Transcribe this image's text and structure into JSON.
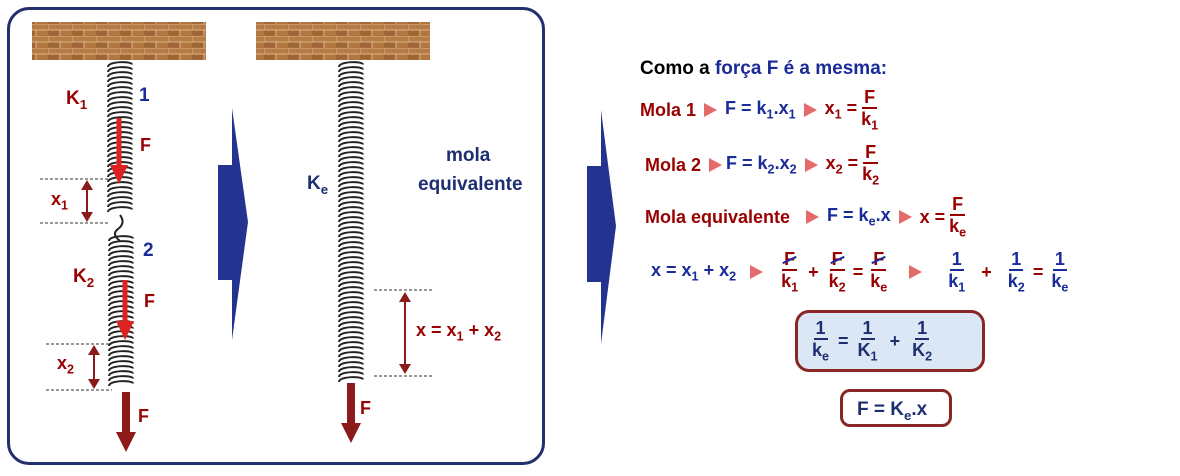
{
  "left_panel": {
    "k1": "K",
    "k1_sub": "1",
    "num1": "1",
    "f1": "F",
    "x1": "x",
    "x1_sub": "1",
    "k2": "K",
    "k2_sub": "2",
    "num2": "2",
    "f2": "F",
    "x2": "x",
    "x2_sub": "2",
    "f_bottom": "F",
    "ke": "K",
    "ke_sub": "e",
    "mola_line1": "mola",
    "mola_line2": "equivalente",
    "x_eq": "x = x",
    "x_eq_s1": "1",
    "x_eq_mid": " + x",
    "x_eq_s2": "2",
    "f_right": "F"
  },
  "equations": {
    "heading_pre": "Como a ",
    "heading_force": "força F é a mesma:",
    "row1_label": "Mola 1",
    "row1_eq": "F = k",
    "row1_eq_s": "1",
    "row1_eq_b": ".x",
    "row1_eq_s2": "1",
    "row1_x": "x",
    "row1_x_s": "1",
    "row1_eqsign": " =",
    "row1_num": "F",
    "row1_den": "k",
    "row1_den_s": "1",
    "row2_label": "Mola 2",
    "row2_eq": "F = k",
    "row2_eq_s": "2",
    "row2_eq_b": ".x",
    "row2_eq_s2": "2",
    "row2_x": "x",
    "row2_x_s": "2",
    "row2_eqsign": " =",
    "row2_num": "F",
    "row2_den": "k",
    "row2_den_s": "2",
    "row3_label": "Mola equivalente",
    "row3_eq": "F = k",
    "row3_eq_s": "e",
    "row3_eq_b": ".x",
    "row3_x": "x =",
    "row3_num": "F",
    "row3_den": "k",
    "row3_den_s": "e",
    "row4_lhs": "x = x",
    "row4_s1": "1",
    "row4_mid": " + x",
    "row4_s2": "2",
    "row4_plus": "+",
    "row4_eqsign": "=",
    "row4_one": "1",
    "box_one": "1",
    "box_ke": "k",
    "box_ke_s": "e",
    "box_eq": "=",
    "box_K": "K",
    "box_K1": "1",
    "box_K2": "2",
    "box_plus": "+",
    "final": "F = K",
    "final_s": "e",
    "final_b": ".x"
  },
  "colors": {
    "panel_border": "#232f6e",
    "dark_red": "#990000",
    "blue": "#1a2b9a",
    "navy_arrow": "#253390",
    "box_fill": "#dbe7f5",
    "triangle": "#e56a6a"
  },
  "icons": [
    "right-arrow-icon",
    "triangle-bullet-icon"
  ]
}
